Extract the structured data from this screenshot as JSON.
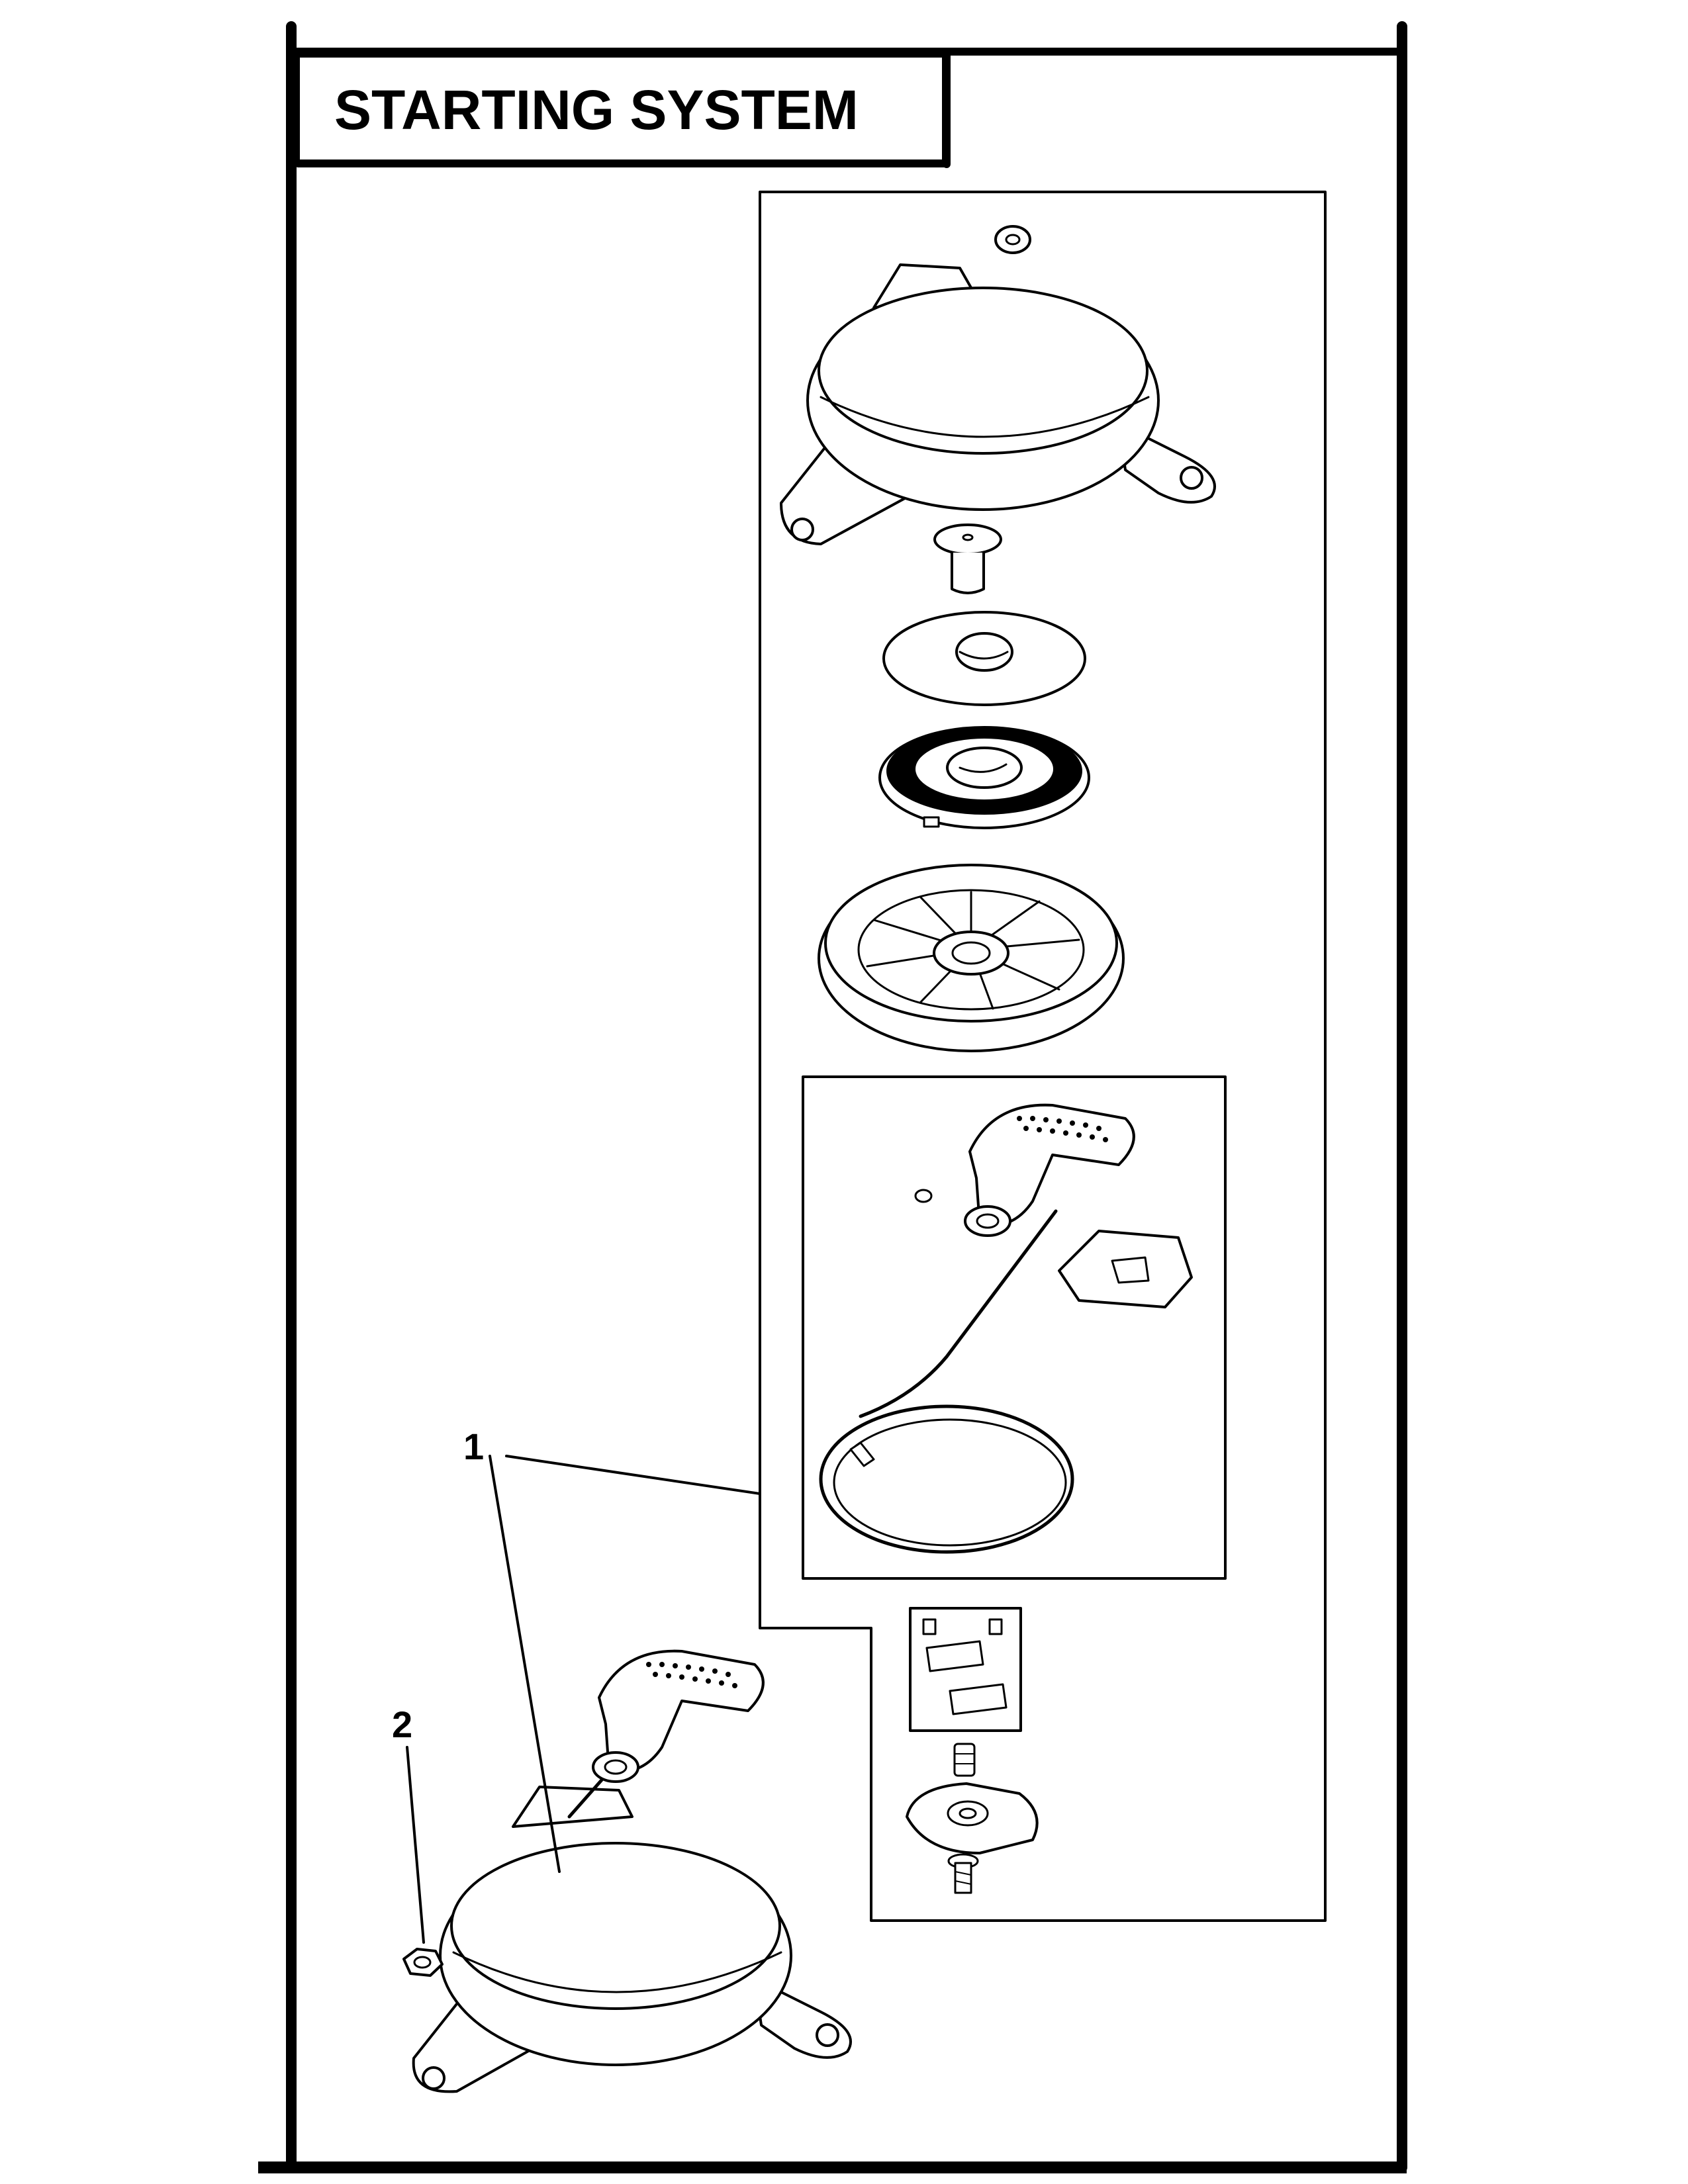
{
  "title": "STARTING SYSTEM",
  "callouts": [
    {
      "number": "1"
    },
    {
      "number": "2"
    }
  ],
  "colors": {
    "ink": "#000000",
    "paper": "#ffffff"
  }
}
